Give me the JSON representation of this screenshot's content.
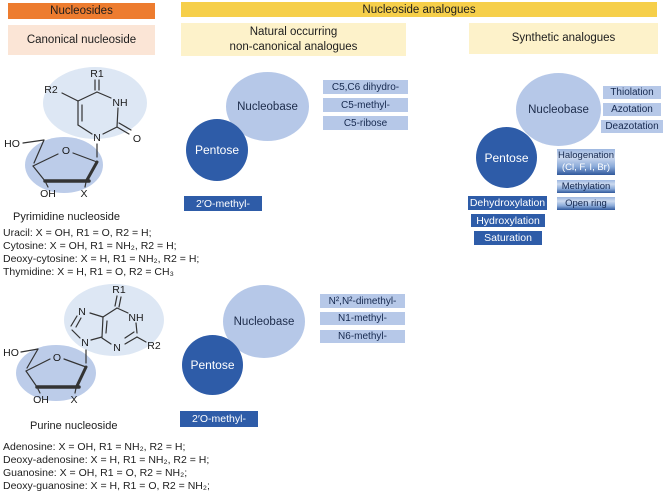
{
  "headers": {
    "nucleosides": "Nucleosides",
    "nucleoside_analogues": "Nucleoside analogues",
    "canonical": "Canonical nucleoside",
    "natural": "Natural occurring\nnon-canonical analogues",
    "synthetic": "Synthetic analogues"
  },
  "colors": {
    "orange_header": "#ed7c2f",
    "peach_box": "#fbe5d6",
    "gold_header": "#f6cf4a",
    "light_yellow_box": "#fdf2ca",
    "light_blue": "#b6c8e8",
    "dark_blue": "#2e5ca8",
    "pale_blue_highlight": "#dde7f4"
  },
  "natural_pyrimidine_diagram": {
    "nucleobase": "Nucleobase",
    "pentose": "Pentose",
    "base_mods": [
      "C5,C6 dihydro-",
      "C5-methyl-",
      "C5-ribose"
    ],
    "sugar_mod": "2′O-methyl-"
  },
  "synthetic_diagram": {
    "nucleobase": "Nucleobase",
    "pentose": "Pentose",
    "base_mods": [
      "Thiolation",
      "Azotation",
      "Deazotation"
    ],
    "halogenation_line1": "Halogenation",
    "halogenation_line2": "(Cl, F, I, Br)",
    "mixed_mods": [
      "Methylation",
      "Open ring"
    ],
    "sugar_mods": [
      "Dehydroxylation",
      "Hydroxylation",
      "Saturation"
    ]
  },
  "natural_purine_diagram": {
    "nucleobase": "Nucleobase",
    "pentose": "Pentose",
    "base_mods": [
      "N²,N²-dimethyl-",
      "N1-methyl-",
      "N6-methyl-"
    ],
    "sugar_mod": "2′O-methyl-"
  },
  "pyrimidine": {
    "caption": "Pyrimidine nucleoside",
    "atoms": {
      "r1": "R1",
      "r2": "R2",
      "n3h": "NH",
      "n1": "N",
      "o2": "O",
      "ring_o": "O",
      "ho": "HO",
      "oh": "OH",
      "x": "X"
    },
    "legend": [
      "Uracil: X = OH, R1 = O, R2 = H;",
      "Cytosine: X = OH, R1 = NH₂, R2 = H;",
      "Deoxy-cytosine: X = H, R1 = NH₂, R2 = H;",
      "Thymidine: X = H, R1 = O, R2 = CH₃"
    ]
  },
  "purine": {
    "caption": "Purine nucleoside",
    "atoms": {
      "r1": "R1",
      "n1h": "NH",
      "r2": "R2",
      "n3": "N",
      "n7": "N",
      "n9": "N",
      "ring_o": "O",
      "ho": "HO",
      "oh": "OH",
      "x": "X"
    },
    "legend": [
      "Adenosine: X = OH, R1 = NH₂, R2 = H;",
      "Deoxy-adenosine: X = H, R1 = NH₂, R2 = H;",
      "Guanosine: X = OH, R1 = O, R2 = NH₂;",
      "Deoxy-guanosine: X = H, R1 = O, R2 = NH₂;"
    ]
  }
}
